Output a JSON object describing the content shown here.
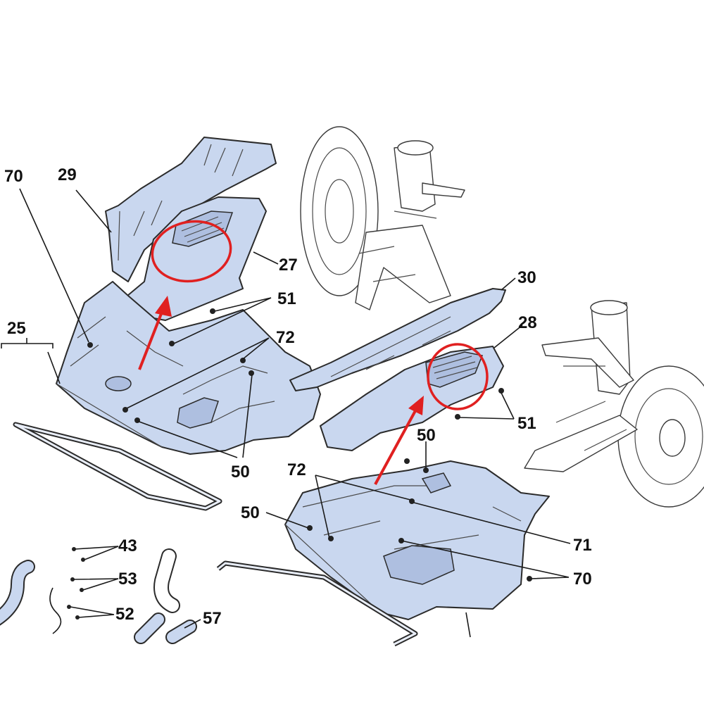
{
  "diagram": {
    "callouts": {
      "c70a": "70",
      "c29": "29",
      "c25": "25",
      "c27": "27",
      "c51a": "51",
      "c72a": "72",
      "c50a": "50",
      "c30": "30",
      "c28": "28",
      "c51b": "51",
      "c50b": "50",
      "c72b": "72",
      "c50c": "50",
      "c71": "71",
      "c70b": "70",
      "c43": "43",
      "c53": "53",
      "c52": "52",
      "c57": "57"
    },
    "colors": {
      "part_fill": "#c9d7ef",
      "outline": "#2b2b2b",
      "highlight": "#e02020"
    }
  }
}
